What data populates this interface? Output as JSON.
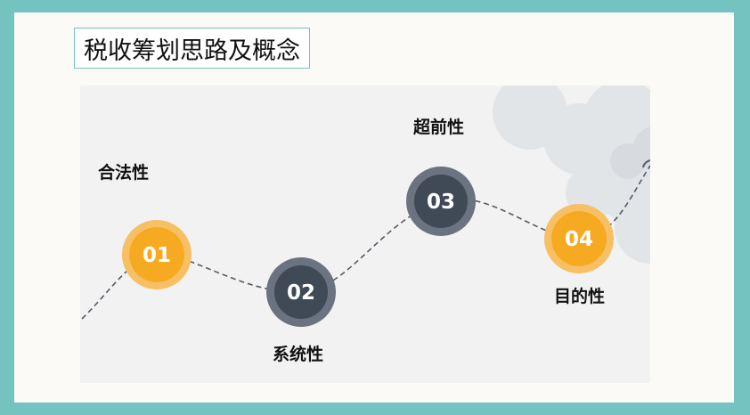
{
  "title": "税收筹划思路及概念",
  "steps": [
    {
      "number": "01",
      "label": "合法性"
    },
    {
      "number": "02",
      "label": "系统性"
    },
    {
      "number": "03",
      "label": "超前性"
    },
    {
      "number": "04",
      "label": "目的性"
    }
  ],
  "colors": {
    "frame": "#74c3c1",
    "orange_outer": "#f8b74f",
    "orange_inner": "#f5a91f",
    "dark_outer": "#6b7380",
    "dark_inner": "#3f4a56",
    "curve": "#555b66"
  }
}
